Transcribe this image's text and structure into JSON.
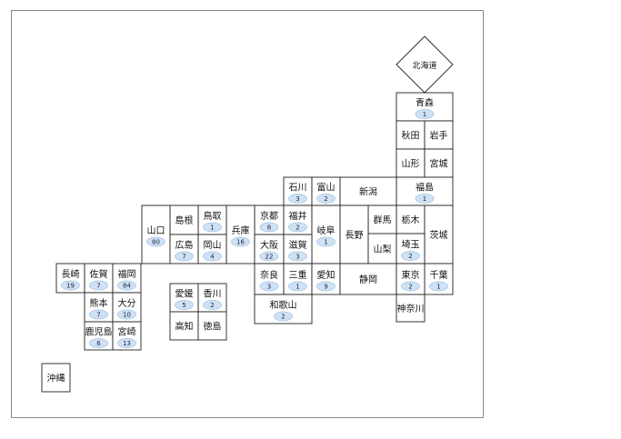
{
  "colors": {
    "cell_border": "#222222",
    "badge_fill": "#cfe2f5",
    "badge_border": "#9fbfdf",
    "frame": "#8a8a8a"
  },
  "prefectures": [
    {
      "id": "hokkaido",
      "name": "北海道"
    },
    {
      "id": "aomori",
      "name": "青森",
      "count": 1
    },
    {
      "id": "akita",
      "name": "秋田"
    },
    {
      "id": "iwate",
      "name": "岩手"
    },
    {
      "id": "yamagata",
      "name": "山形"
    },
    {
      "id": "miyagi",
      "name": "宮城"
    },
    {
      "id": "fukushima",
      "name": "福島",
      "count": 1
    },
    {
      "id": "niigata",
      "name": "新潟"
    },
    {
      "id": "ishikawa",
      "name": "石川",
      "count": 3
    },
    {
      "id": "toyama",
      "name": "富山",
      "count": 2
    },
    {
      "id": "tochigi",
      "name": "栃木"
    },
    {
      "id": "ibaraki",
      "name": "茨城"
    },
    {
      "id": "gunma",
      "name": "群馬"
    },
    {
      "id": "nagano",
      "name": "長野"
    },
    {
      "id": "kyoto",
      "name": "京都",
      "count": 8
    },
    {
      "id": "fukui",
      "name": "福井",
      "count": 2
    },
    {
      "id": "gifu",
      "name": "岐阜",
      "count": 1
    },
    {
      "id": "hyogo",
      "name": "兵庫",
      "count": 16
    },
    {
      "id": "tottori",
      "name": "鳥取",
      "count": 1
    },
    {
      "id": "shimane",
      "name": "島根"
    },
    {
      "id": "yamaguchi",
      "name": "山口",
      "count": 80
    },
    {
      "id": "hiroshima",
      "name": "広島",
      "count": 7
    },
    {
      "id": "okayama",
      "name": "岡山",
      "count": 4
    },
    {
      "id": "osaka",
      "name": "大阪",
      "count": 22
    },
    {
      "id": "shiga",
      "name": "滋賀",
      "count": 3
    },
    {
      "id": "yamanashi",
      "name": "山梨"
    },
    {
      "id": "saitama",
      "name": "埼玉",
      "count": 2
    },
    {
      "id": "chiba",
      "name": "千葉",
      "count": 1
    },
    {
      "id": "nagasaki",
      "name": "長崎",
      "count": 19
    },
    {
      "id": "saga",
      "name": "佐賀",
      "count": 7
    },
    {
      "id": "fukuoka",
      "name": "福岡",
      "count": 84
    },
    {
      "id": "ehime",
      "name": "愛媛",
      "count": 5
    },
    {
      "id": "kagawa",
      "name": "香川",
      "count": 2
    },
    {
      "id": "nara",
      "name": "奈良",
      "count": 3
    },
    {
      "id": "mie",
      "name": "三重",
      "count": 1
    },
    {
      "id": "aichi",
      "name": "愛知",
      "count": 9
    },
    {
      "id": "shizuoka",
      "name": "静岡"
    },
    {
      "id": "tokyo",
      "name": "東京",
      "count": 2
    },
    {
      "id": "kanagawa",
      "name": "神奈川"
    },
    {
      "id": "kumamoto",
      "name": "熊本",
      "count": 7
    },
    {
      "id": "oita",
      "name": "大分",
      "count": 10
    },
    {
      "id": "kochi",
      "name": "高知"
    },
    {
      "id": "tokushima",
      "name": "徳島"
    },
    {
      "id": "wakayama",
      "name": "和歌山",
      "count": 2
    },
    {
      "id": "kagoshima",
      "name": "鹿児島",
      "count": 6
    },
    {
      "id": "miyazaki",
      "name": "宮崎",
      "count": 13
    },
    {
      "id": "okinawa",
      "name": "沖縄"
    }
  ]
}
